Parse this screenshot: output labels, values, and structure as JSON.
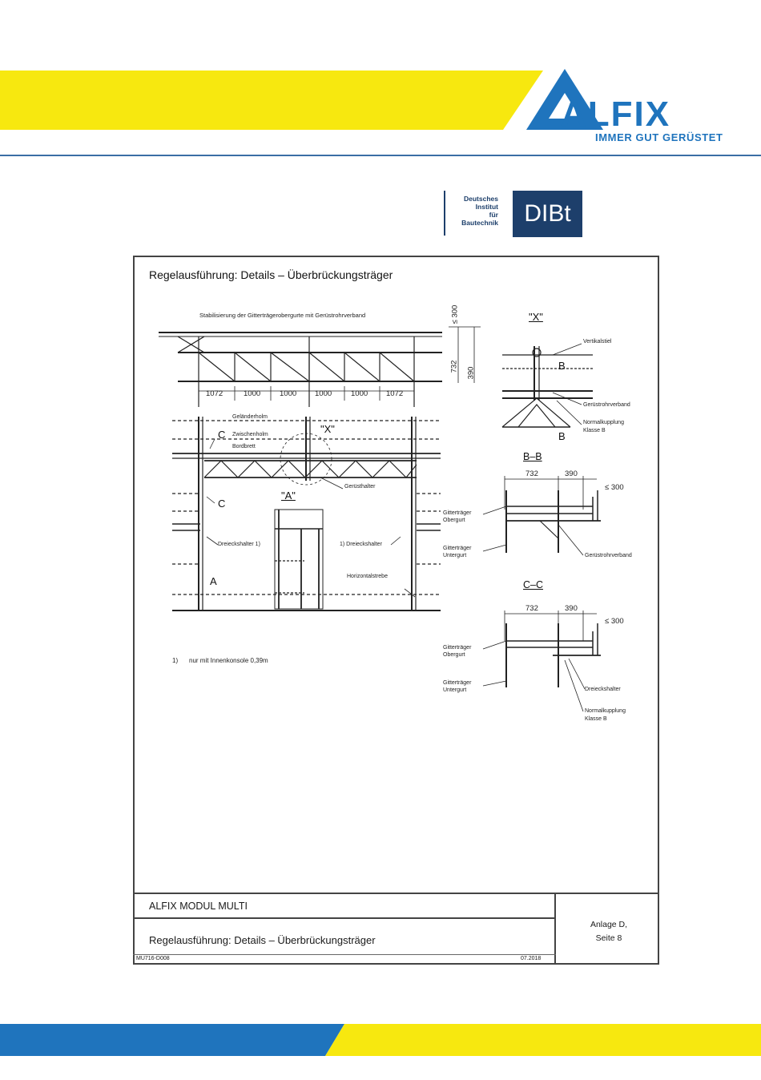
{
  "header": {
    "logo_word": "ALFIX",
    "tagline": "IMMER GUT GERÜSTET",
    "colors": {
      "yellow": "#f7e80f",
      "blue": "#1f74bd",
      "navy": "#1d3f6b"
    }
  },
  "dibt": {
    "lines": [
      "Deutsches",
      "Institut",
      "für",
      "Bautechnik"
    ],
    "box_text": "DIBt"
  },
  "drawing": {
    "title": "Regelausführung:  Details  –  Überbrückungsträger",
    "caption": "Stabilisierung der Gitterträgerobergurte mit Gerüstrohrverband",
    "dims_top": [
      "1072",
      "1000",
      "1000",
      "1000",
      "1000",
      "1072"
    ],
    "dim_300": "≤ 300",
    "dim_732": "732",
    "dim_390": "390",
    "labels": {
      "gelaenderholm": "Geländerholm",
      "zwischenholm": "Zwischenholm",
      "bordbrett": "Bordbrett",
      "geruesthalter": "Gerüsthalter",
      "dreieckshalter": "Dreieckshalter",
      "dreieckshalter_left": "Dreieckshalter 1)",
      "dreieckshalter_right": "1) Dreieckshalter",
      "horizontalstrebe": "Horizontalstrebe",
      "footnote_mark": "1)",
      "footnote": "nur mit Innenkonsole 0,39m",
      "vertikalstiel": "Vertikalstiel",
      "geruestrohrverband": "Gerüstrohrverband",
      "normalkupplung": "Normalkupplung",
      "klasse_b": "Klasse B",
      "gittertraeger": "Gitterträger",
      "obergurt": "Obergurt",
      "untergurt": "Untergurt"
    },
    "markers": {
      "x": "\"X\"",
      "a": "\"A\"",
      "c": "C",
      "b": "B",
      "a_arrow": "A",
      "bb": "B–B",
      "cc": "C–C"
    }
  },
  "title_block": {
    "product": "ALFIX  MODUL  MULTI",
    "title": "Regelausführung:  Details  –  Überbrückungsträger",
    "annex_line1": "Anlage  D,",
    "annex_line2": "Seite  8",
    "doc_id": "MU716-D008",
    "date": "07.2018"
  }
}
